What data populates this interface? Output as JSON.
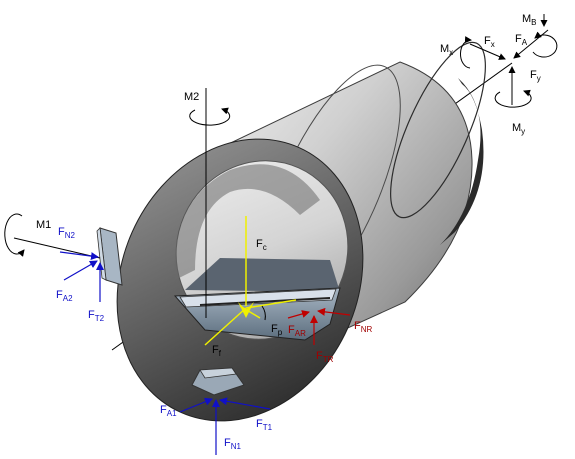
{
  "colors": {
    "force_blue": "#1010c8",
    "force_red": "#c00000",
    "cutting_yellow": "#f0f000",
    "body_gray": "#b8b8b8"
  },
  "labels": {
    "top_right": {
      "mb": {
        "main": "M",
        "sub": "B"
      },
      "mx": {
        "main": "M",
        "sub": "x"
      },
      "fx": {
        "main": "F",
        "sub": "x"
      },
      "fa": {
        "main": "F",
        "sub": "A"
      },
      "fy": {
        "main": "F",
        "sub": "y"
      },
      "my": {
        "main": "M",
        "sub": "y"
      }
    },
    "m2": "M2",
    "fc": {
      "main": "F",
      "sub": "c"
    },
    "fp": {
      "main": "F",
      "sub": "p"
    },
    "ff": {
      "main": "F",
      "sub": "f"
    },
    "left_pad": {
      "m1": "M1",
      "fn2": {
        "main": "F",
        "sub": "N2"
      },
      "fa2": {
        "main": "F",
        "sub": "A2"
      },
      "ft2": {
        "main": "F",
        "sub": "T2"
      }
    },
    "bottom_pad": {
      "fa1": {
        "main": "F",
        "sub": "A1"
      },
      "ft1": {
        "main": "F",
        "sub": "T1"
      },
      "fn1": {
        "main": "F",
        "sub": "N1"
      }
    },
    "insert": {
      "fnr": {
        "main": "F",
        "sub": "NR"
      },
      "far": {
        "main": "F",
        "sub": "AR"
      },
      "ftr": {
        "main": "F",
        "sub": "TR"
      }
    }
  }
}
